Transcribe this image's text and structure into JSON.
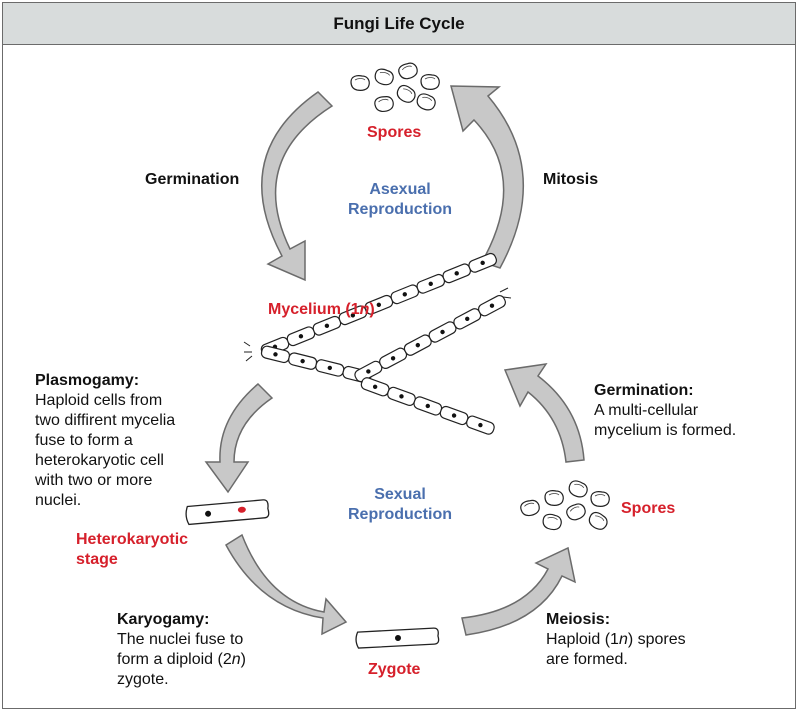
{
  "title": "Fungi Life Cycle",
  "asexual": {
    "spores": "Spores",
    "germination": "Germination",
    "mitosis": "Mitosis",
    "center_line1": "Asexual",
    "center_line2": "Reproduction"
  },
  "mycelium": {
    "label_prefix": "Mycelium (1",
    "label_italic": "n",
    "label_suffix": ")"
  },
  "plasmogamy": {
    "heading": "Plasmogamy:",
    "lines": [
      "Haploid cells from",
      "two diffirent mycelia",
      "fuse to form a",
      "heterokaryotic cell",
      "with two or more",
      "nuclei."
    ]
  },
  "heterokaryotic": {
    "line1": "Heterokaryotic",
    "line2": "stage"
  },
  "sexual": {
    "center_line1": "Sexual",
    "center_line2": "Reproduction"
  },
  "germination2": {
    "heading": "Germination:",
    "lines": [
      "A multi-cellular",
      "mycelium is formed."
    ]
  },
  "spores2": "Spores",
  "karyogamy": {
    "heading": "Karyogamy:",
    "line1": "The nuclei fuse to",
    "line2_prefix": "form a diploid (2",
    "line2_italic": "n",
    "line2_suffix": ")",
    "line3": "zygote."
  },
  "zygote": "Zygote",
  "meiosis": {
    "heading": "Meiosis:",
    "line1_prefix": "Haploid (1",
    "line1_italic": "n",
    "line1_suffix": ") spores",
    "line2": "are formed."
  },
  "colors": {
    "red": "#d6202b",
    "blue": "#4a6fae",
    "arrow": "#c8c8c8",
    "titlebar": "#d8dcdc"
  }
}
